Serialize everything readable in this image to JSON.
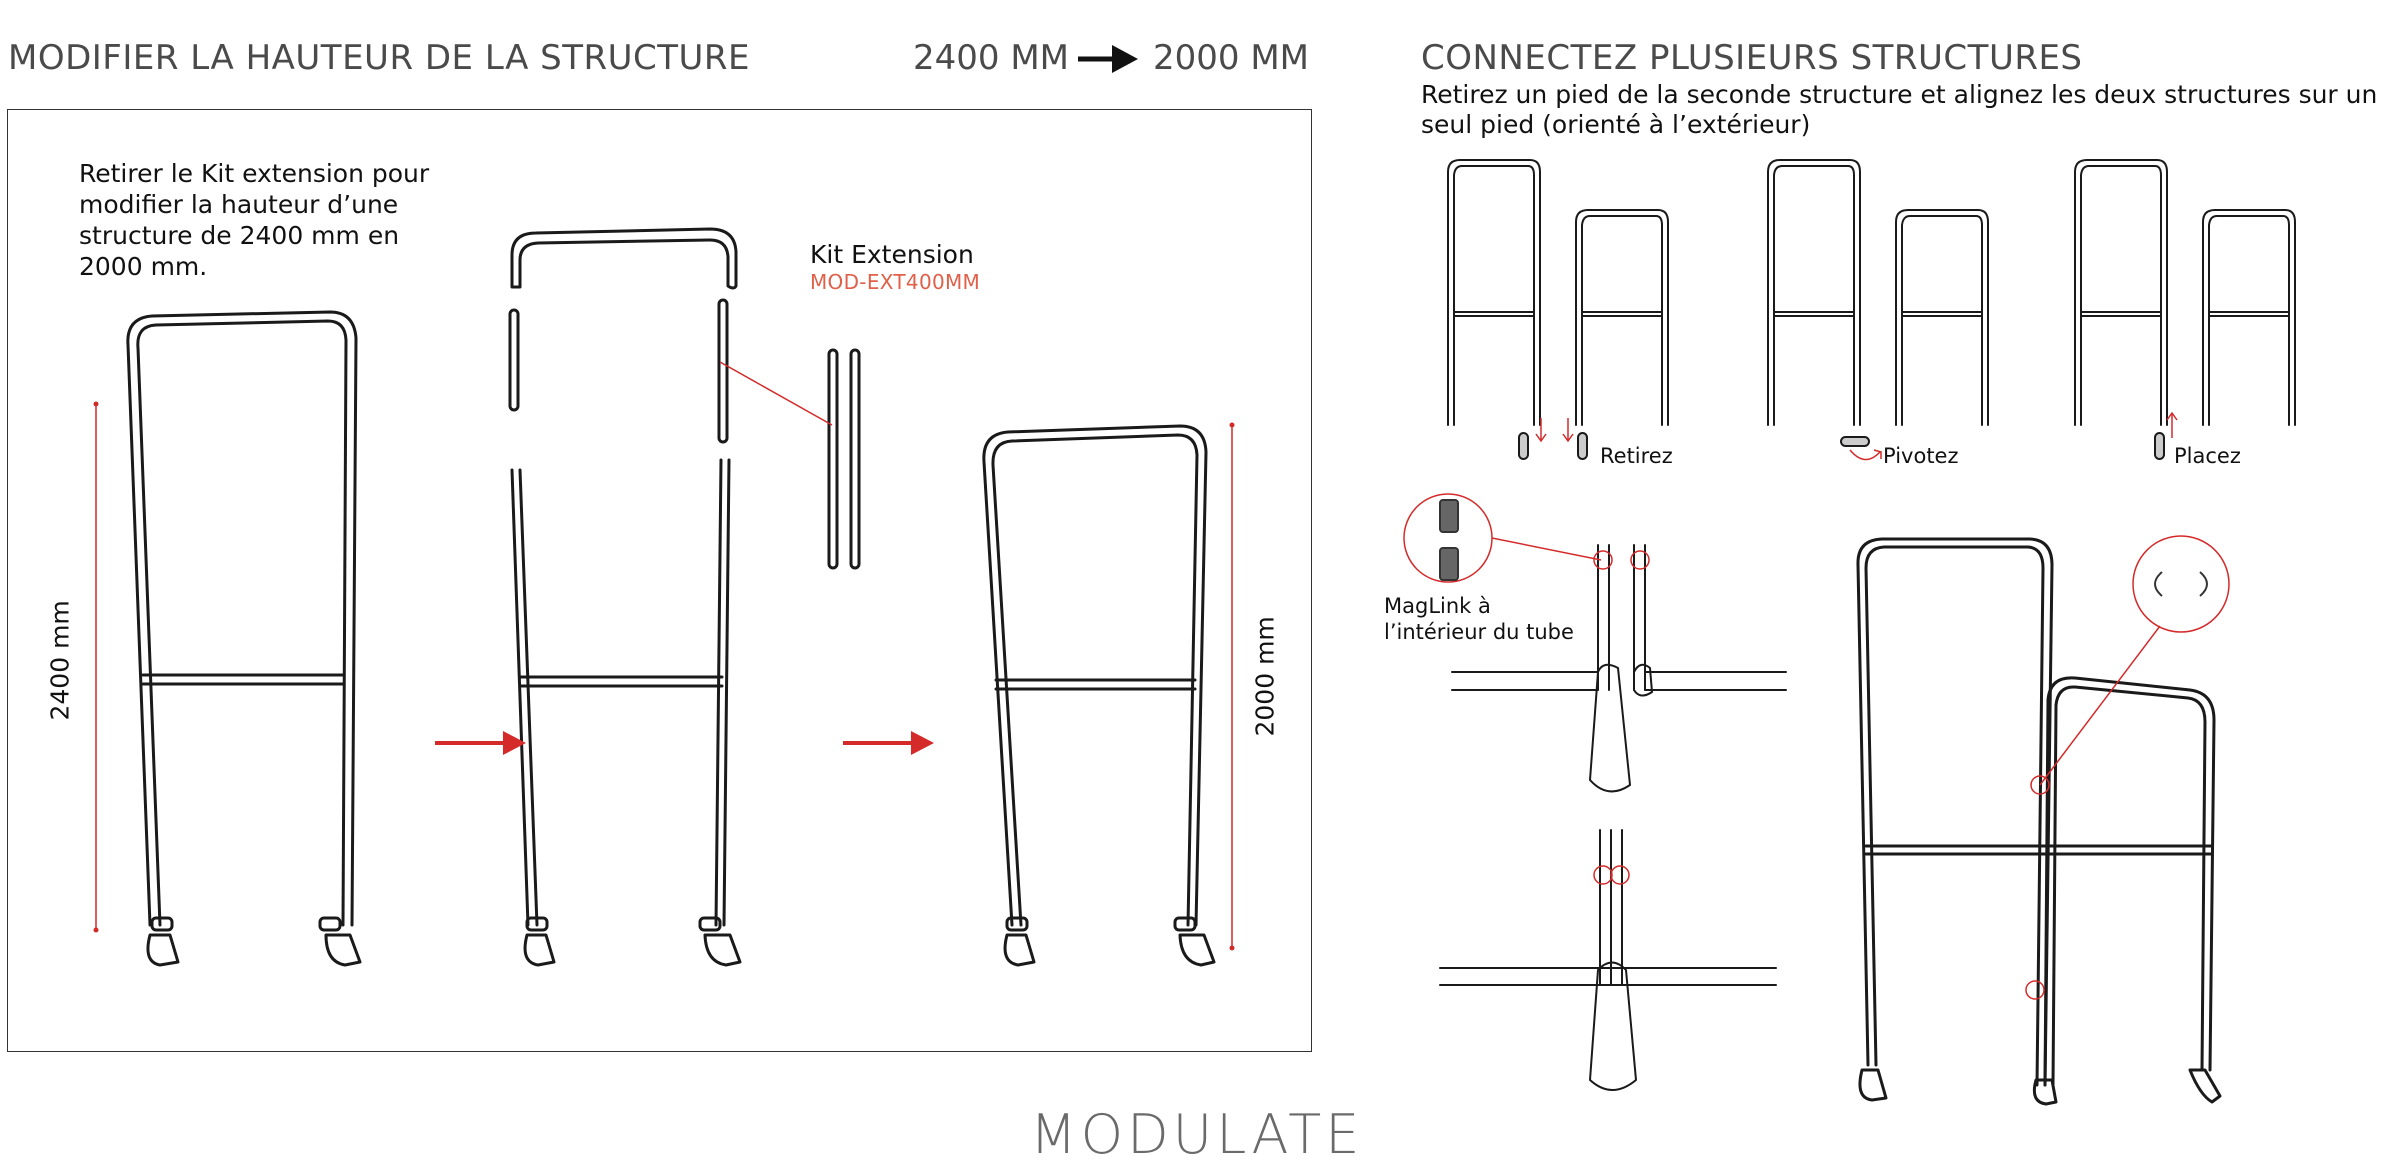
{
  "left": {
    "title": "MODIFIER LA HAUTEUR DE LA STRUCTURE",
    "from_height": "2400 MM",
    "to_height": "2000 MM",
    "instruction": [
      "Retirer le Kit extension pour",
      "modifier la hauteur d’une",
      "structure de 2400 mm en",
      "2000 mm."
    ],
    "kit_label": "Kit Extension",
    "kit_code": "MOD-EXT400MM",
    "dim_before": "2400 mm",
    "dim_after": "2000 mm"
  },
  "right": {
    "title": "CONNECTEZ PLUSIEURS STRUCTURES",
    "subtitle_line1": "Retirez un pied de la seconde structure et alignez les deux structures sur un",
    "subtitle_line2": "seul pied (orienté à l’extérieur)",
    "steps": [
      "Retirez",
      "Pivotez",
      "Placez"
    ],
    "maglink_line1": "MagLink à",
    "maglink_line2": "l’intérieur du tube"
  },
  "footer": {
    "brand": "MODULATE"
  },
  "colors": {
    "accent_red": "#d42a2a",
    "code_orange": "#e0604a",
    "frame": "#1a1a1a",
    "heading_gray": "#4a4a4a"
  }
}
